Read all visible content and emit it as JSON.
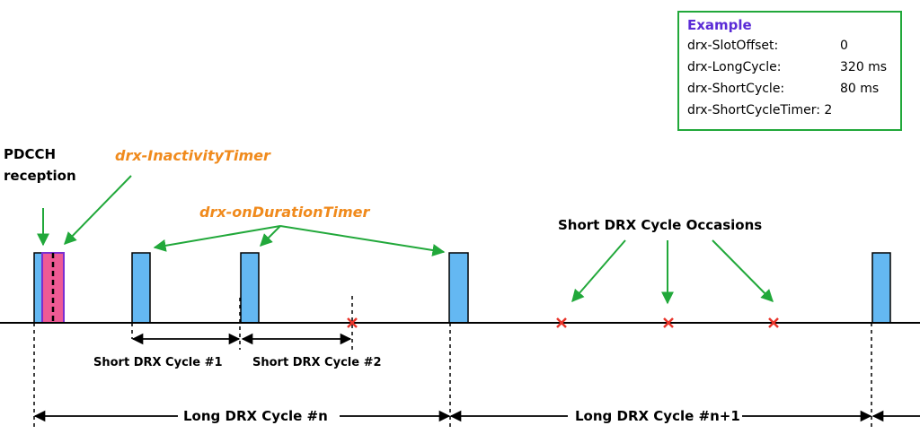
{
  "example": {
    "title": "Example",
    "rows": [
      {
        "key": "drx-SlotOffset:",
        "value": "0"
      },
      {
        "key": "drx-LongCycle:",
        "value": "320 ms"
      },
      {
        "key": "drx-ShortCycle:",
        "value": "80 ms"
      },
      {
        "key": "drx-ShortCycleTimer: 2",
        "value": ""
      }
    ]
  },
  "labels": {
    "pdcch_line1": "PDCCH",
    "pdcch_line2": "reception",
    "inactivity_timer": "drx-InactivityTimer",
    "on_duration_timer": "drx-onDurationTimer",
    "short_occasions": "Short DRX Cycle Occasions",
    "short_cycle_1": "Short DRX Cycle #1",
    "short_cycle_2": "Short DRX Cycle #2",
    "long_cycle_n": "Long DRX Cycle #n",
    "long_cycle_n1": "Long DRX Cycle #n+1"
  },
  "colors": {
    "on_duration": "#64b8f2",
    "inactivity": "#ee5a94",
    "inactivity_border": "#7a2fd0",
    "arrow": "#21a83a",
    "cross": "#e8342a",
    "label_orange": "#f08a1c",
    "box_border": "#21a83a",
    "title_purple": "#5a2bd6"
  }
}
